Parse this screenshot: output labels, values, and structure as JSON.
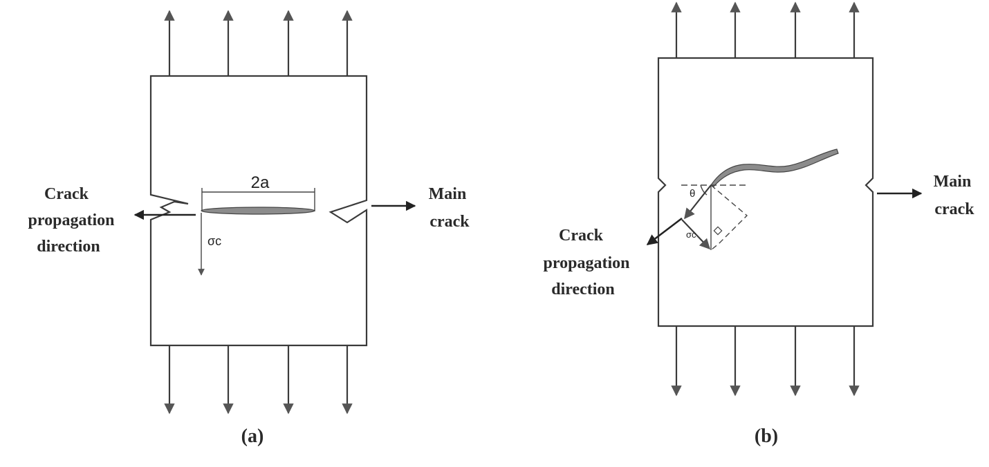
{
  "panel_a": {
    "left_label": [
      "Crack",
      "propagation",
      "direction"
    ],
    "right_label": [
      "Main",
      "crack"
    ],
    "crack_length_label": "2a",
    "stress_label": "σc",
    "caption": "(a)"
  },
  "panel_b": {
    "left_label": [
      "Crack",
      "propagation",
      "direction"
    ],
    "right_label": [
      "Main",
      "crack"
    ],
    "angle_label": "θ",
    "stress_label": "σc",
    "caption": "(b)"
  },
  "colors": {
    "line": "#3a3a3a",
    "crack_fill": "#8c8c8c",
    "arrow_head": "#555555"
  }
}
